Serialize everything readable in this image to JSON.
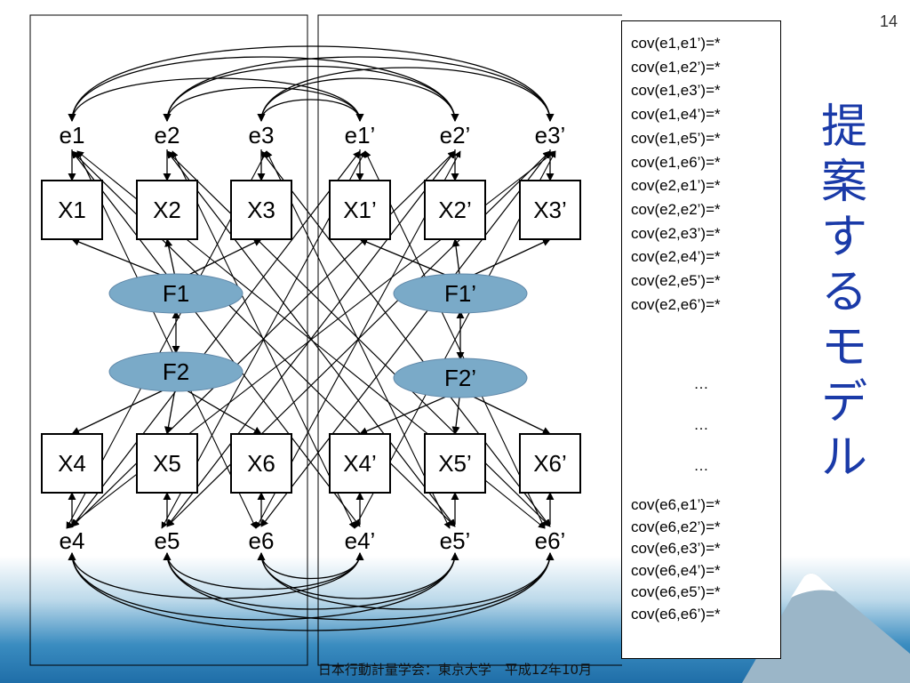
{
  "page_number": "14",
  "title_chars": [
    "提",
    "案",
    "す",
    "る",
    "モ",
    "デ",
    "ル"
  ],
  "footer": "日本行動計量学会：東京大学　平成12年10月",
  "cov_top": [
    "cov(e1,e1’)=*",
    "cov(e1,e2’)=*",
    "cov(e1,e3’)=*",
    "cov(e1,e4’)=*",
    "cov(e1,e5’)=*",
    "cov(e1,e6’)=*",
    "cov(e2,e1’)=*",
    "cov(e2,e2’)=*",
    "cov(e2,e3’)=*",
    "cov(e2,e4’)=*",
    "cov(e2,e5’)=*",
    "cov(e2,e6’)=*"
  ],
  "cov_dots": [
    "…",
    "…",
    "…"
  ],
  "cov_bottom": [
    "cov(e6,e1’)=*",
    "cov(e6,e2’)=*",
    "cov(e6,e3’)=*",
    "cov(e6,e4’)=*",
    "cov(e6,e5’)=*",
    "cov(e6,e6’)=*"
  ],
  "diagram": {
    "observed": [
      "X1",
      "X2",
      "X3",
      "X1’",
      "X2’",
      "X3’",
      "X4",
      "X5",
      "X6",
      "X4’",
      "X5’",
      "X6’"
    ],
    "errors": [
      "e1",
      "e2",
      "e3",
      "e1’",
      "e2’",
      "e3’",
      "e4",
      "e5",
      "e6",
      "e4’",
      "e5’",
      "e6’"
    ],
    "factors": [
      "F1",
      "F2",
      "F1’",
      "F2’"
    ]
  },
  "colors": {
    "factor_fill": "#7aaac8",
    "title": "#1a3aa8",
    "band": "#3a8cc0"
  }
}
